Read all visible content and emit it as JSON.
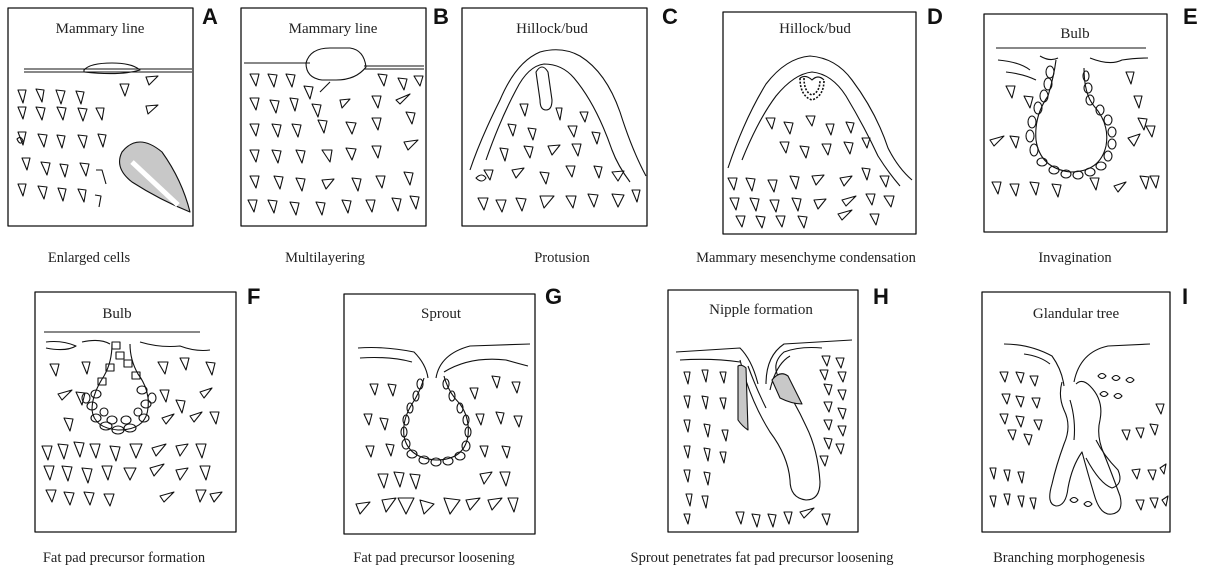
{
  "figure": {
    "panels": [
      {
        "letter": "A",
        "stage": "Mammary line",
        "caption": "Enlarged cells"
      },
      {
        "letter": "B",
        "stage": "Mammary line",
        "caption": "Multilayering"
      },
      {
        "letter": "C",
        "stage": "Hillock/bud",
        "caption": "Protusion"
      },
      {
        "letter": "D",
        "stage": "Hillock/bud",
        "caption": "Mammary mesenchyme condensation"
      },
      {
        "letter": "E",
        "stage": "Bulb",
        "caption": "Invagination"
      },
      {
        "letter": "F",
        "stage": "Bulb",
        "caption": "Fat pad precursor formation"
      },
      {
        "letter": "G",
        "stage": "Sprout",
        "caption": "Fat pad precursor loosening"
      },
      {
        "letter": "H",
        "stage": "Nipple formation",
        "caption": "Sprout penetrates fat pad precursor loosening"
      },
      {
        "letter": "I",
        "stage": "Glandular tree",
        "caption": "Branching morphogenesis"
      }
    ],
    "colors": {
      "ink": "#111111",
      "shading": "#c8c8c8",
      "background": "#ffffff"
    }
  }
}
